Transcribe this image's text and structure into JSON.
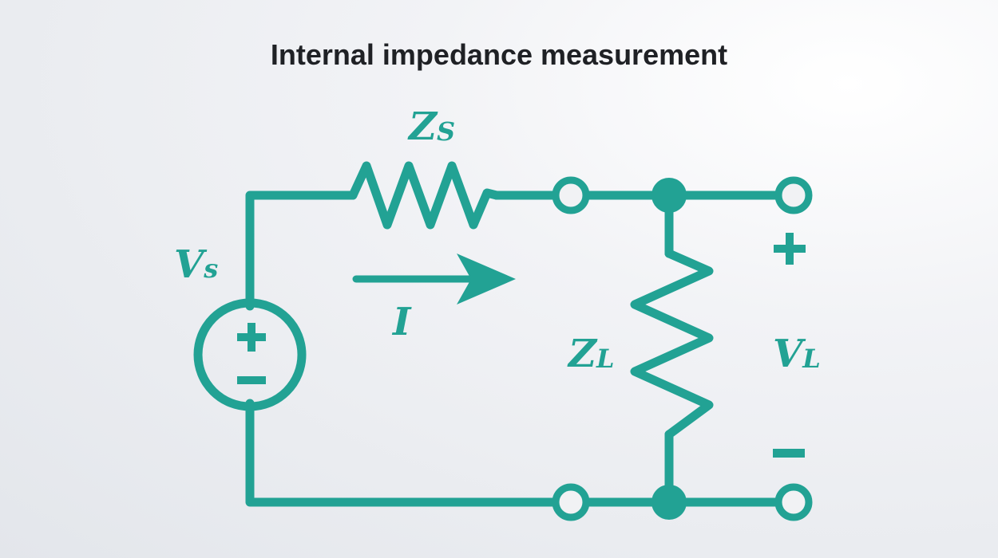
{
  "title": "Internal impedance measurement",
  "colors": {
    "circuit": "#22a294",
    "title_text": "#1f2125",
    "terminal_fill": "#f1f2f4"
  },
  "labels": {
    "source_resistor": {
      "main": "Z",
      "sub": "S"
    },
    "source_voltage": {
      "main": "V",
      "sub": "s"
    },
    "current": "I",
    "load_resistor": {
      "main": "Z",
      "sub": "L"
    },
    "load_voltage": {
      "main": "V",
      "sub": "L"
    },
    "plus": "+",
    "minus": "−"
  }
}
